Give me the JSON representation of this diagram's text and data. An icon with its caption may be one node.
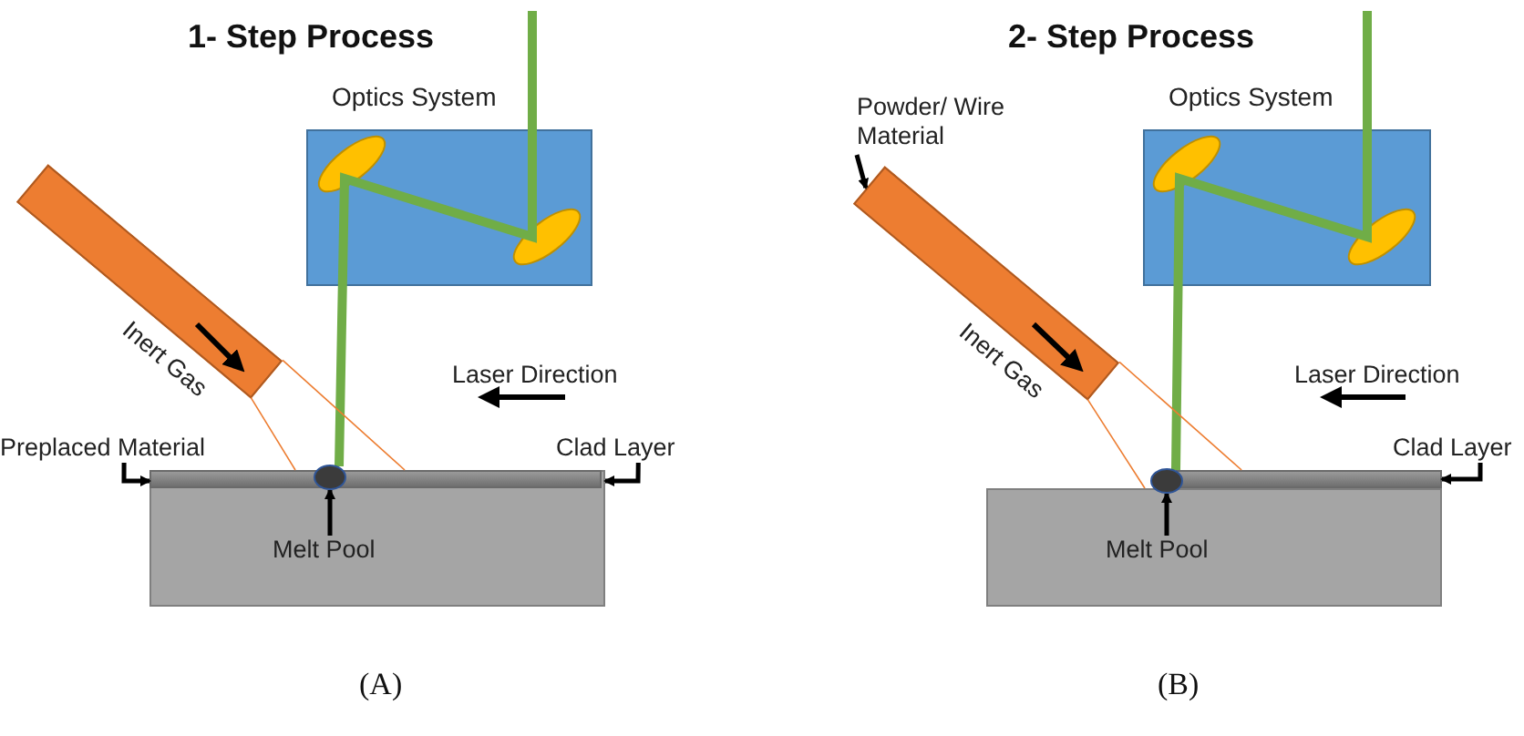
{
  "diagram": {
    "nodes": [
      {
        "text": [
          "Optics System"
        ]
      },
      {
        "text": [
          "Inert Gas"
        ]
      },
      {
        "text": [],
        "shape": "box"
      },
      {
        "text": [],
        "shape": "bar",
        "in": 2
      },
      {
        "text": [],
        "shape": "circle"
      },
      {
        "text": [
          "Preplaced Material"
        ]
      },
      {
        "text": [
          "Clad Layer"
        ]
      },
      {
        "text": [
          "Melt Pool"
        ],
        "in": 2
      },
      {
        "text": [
          "Powder/ Wire Material"
        ]
      },
      {
        "text": [
          "Optics System"
        ]
      },
      {
        "text": [
          "Inert Gas"
        ]
      },
      {
        "text": [],
        "shape": "box"
      },
      {
        "text": [],
        "shape": "bar"
      },
      {
        "text": [],
        "shape": "circle"
      },
      {
        "text": [
          "Clad Layer"
        ]
      },
      {
        "text": [
          "Melt Pool"
        ],
        "in": 11
      }
    ],
    "edges": [
      {
        "from": 5,
        "to": 3,
        "arrow": "to"
      },
      {
        "from": 6,
        "to": 3,
        "arrow": "to"
      },
      {
        "from": 7,
        "to": 4,
        "arrow": "to"
      },
      {
        "from": 8,
        "to": 10,
        "arrow": "to"
      },
      {
        "from": 14,
        "to": 12,
        "arrow": "to"
      },
      {
        "from": 15,
        "to": 13,
        "arrow": "to"
      },
      {
        "from": 1,
        "to": 3,
        "arrow": "none",
        "color": "#ed7d31"
      },
      {
        "from": 1,
        "to": 3,
        "arrow": "none",
        "color": "#ed7d31"
      },
      {
        "from": 10,
        "to": 11,
        "arrow": "none",
        "color": "#ed7d31"
      },
      {
        "from": 10,
        "to": 12,
        "arrow": "none",
        "color": "#ed7d31"
      }
    ],
    "labels": [
      "1- Step Process",
      "Laser Direction",
      "(A)",
      "2- Step Process",
      "Laser Direction",
      "(B)"
    ]
  }
}
